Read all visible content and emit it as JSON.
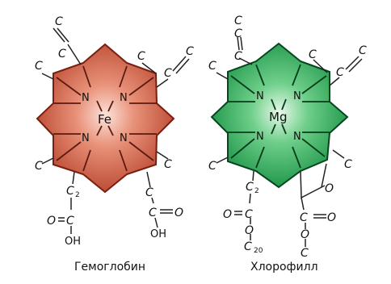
{
  "labels": {
    "hemoglobin": "Гемоглобин",
    "chlorophyll": "Хлорофилл",
    "fe": "Fe",
    "mg": "Mg",
    "n": "N",
    "c": "C",
    "o": "O",
    "oh": "OH",
    "sub2": "2",
    "sub20": "20"
  },
  "colors": {
    "heme_dark": "#b13a22",
    "heme_light": "#f7d2c6",
    "chl_dark": "#0d8a3c",
    "chl_light": "#d9f3df"
  }
}
